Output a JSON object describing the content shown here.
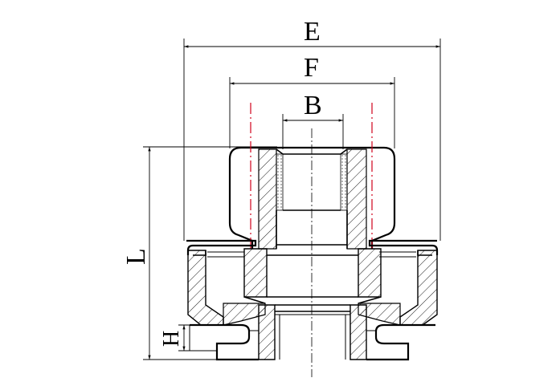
{
  "labels": {
    "E": "E",
    "F": "F",
    "B": "B",
    "L": "L",
    "H": "H"
  },
  "colors": {
    "line": "#000000",
    "centerline": "#d0021b",
    "background": "#ffffff"
  }
}
